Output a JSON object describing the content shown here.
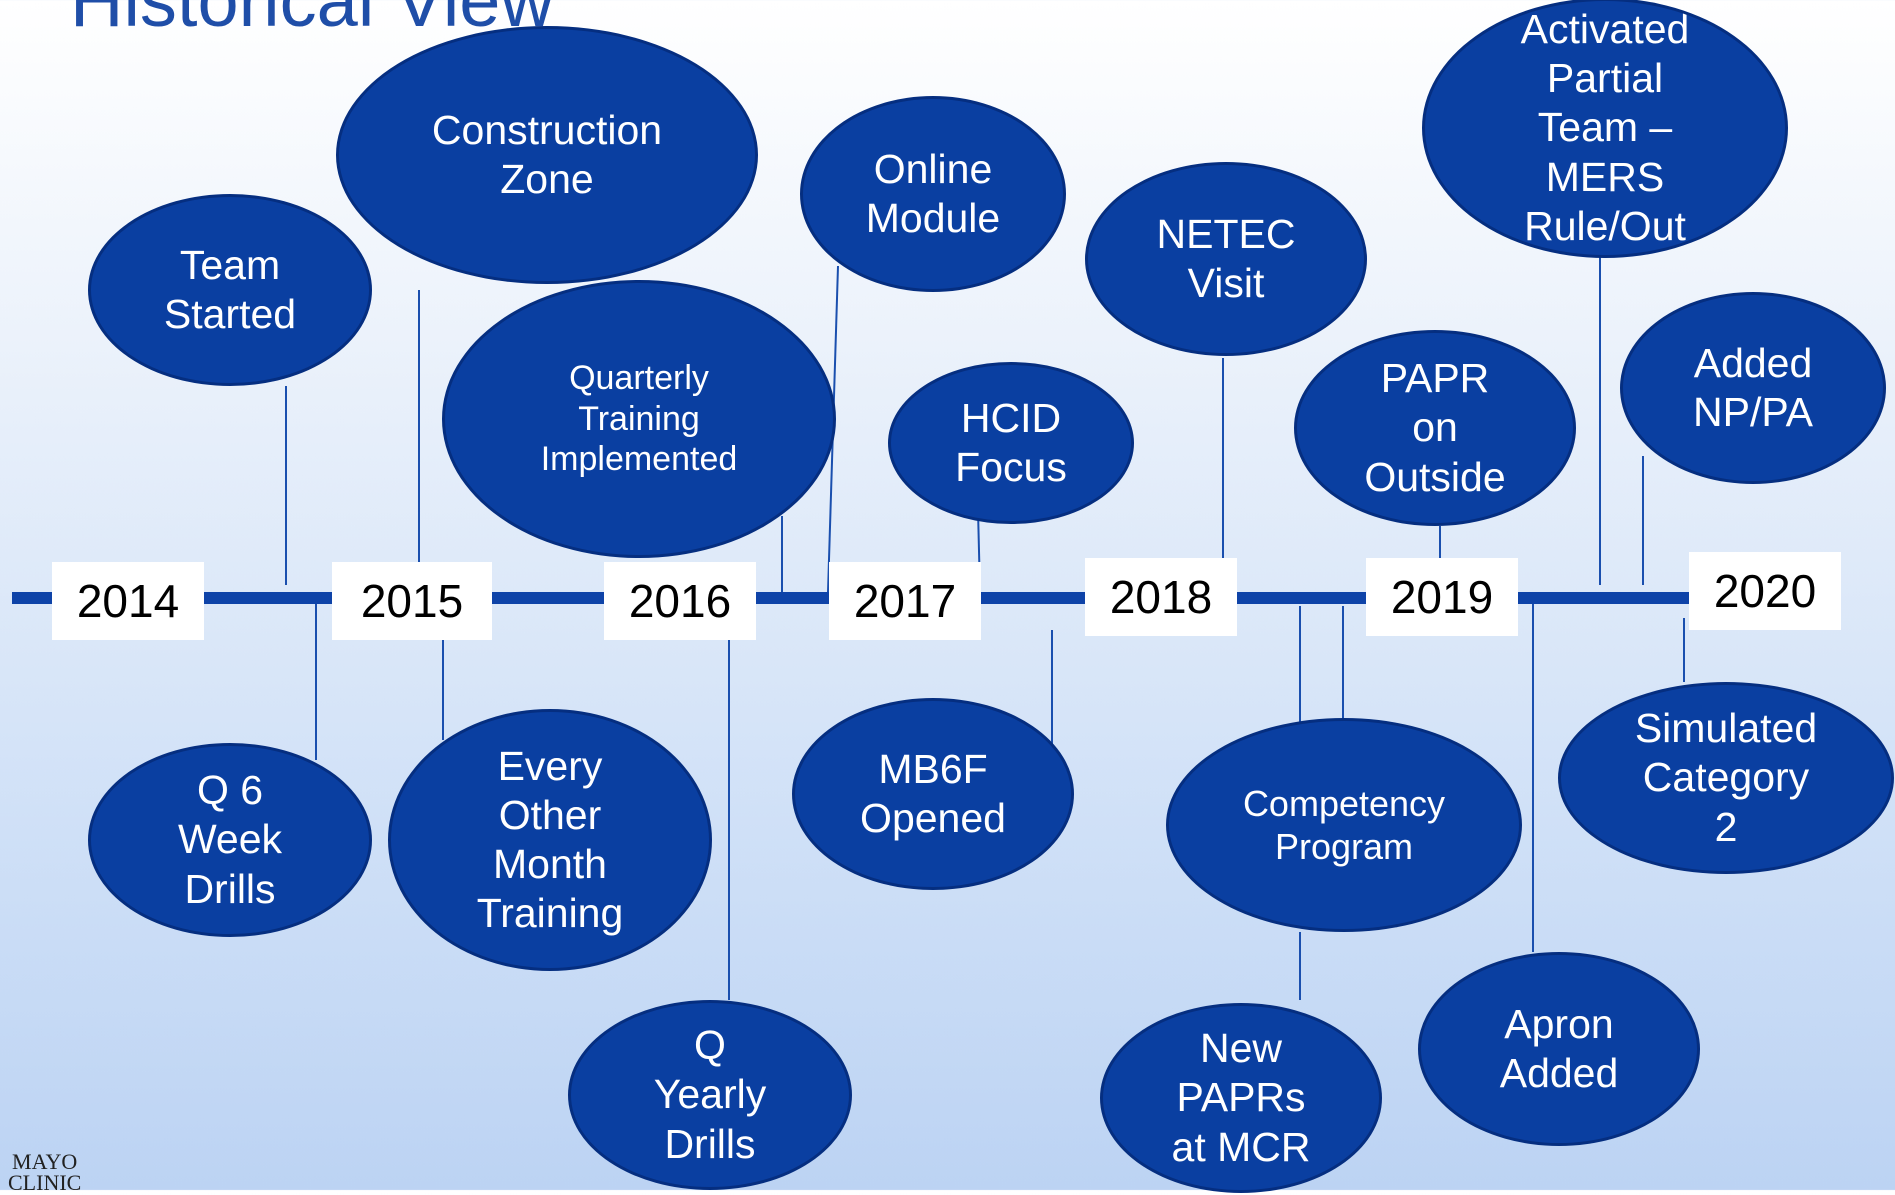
{
  "title": "Historical View",
  "years": [
    "2014",
    "2015",
    "2016",
    "2017",
    "2018",
    "2019",
    "2020"
  ],
  "events": [
    {
      "label": "Team\nStarted",
      "year": "2014"
    },
    {
      "label": "Q 6\nWeek\nDrills",
      "year": "2014"
    },
    {
      "label": "Construction\nZone",
      "year": "2015"
    },
    {
      "label": "Every\nOther\nMonth\nTraining",
      "year": "2015"
    },
    {
      "label": "Quarterly\nTraining\nImplemented",
      "year": "2016"
    },
    {
      "label": "Q\nYearly\nDrills",
      "year": "2016"
    },
    {
      "label": "Online\nModule",
      "year": "2017"
    },
    {
      "label": "HCID\nFocus",
      "year": "2017"
    },
    {
      "label": "MB6F\nOpened",
      "year": "2017"
    },
    {
      "label": "NETEC\nVisit",
      "year": "2018"
    },
    {
      "label": "Competency\nProgram",
      "year": "2018"
    },
    {
      "label": "New\nPAPRs\nat MCR",
      "year": "2018"
    },
    {
      "label": "PAPR\non\nOutside",
      "year": "2019"
    },
    {
      "label": "Activated\nPartial\nTeam –\nMERS\nRule/Out",
      "year": "2019"
    },
    {
      "label": "Apron\nAdded",
      "year": "2019"
    },
    {
      "label": "Added\nNP/PA",
      "year": "2020"
    },
    {
      "label": "Simulated\nCategory\n2",
      "year": "2020"
    }
  ],
  "logo": {
    "line1": "MAYO",
    "line2": "CLINIC"
  },
  "colors": {
    "bubble": "#0a3fa1",
    "timeline": "#0e43a8",
    "title": "#1f4ea8"
  }
}
